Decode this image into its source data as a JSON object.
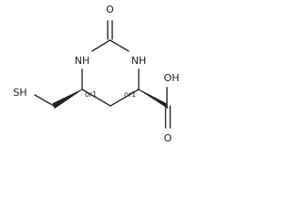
{
  "molecule": {
    "atoms": {
      "carbonyl_oxygen": "O",
      "nitrogen_left": "NH",
      "nitrogen_right": "NH",
      "thiol": "SH",
      "hydroxyl": "OH",
      "acid_oxygen": "O"
    },
    "stereo_labels": {
      "left": "or1",
      "right": "or1"
    }
  }
}
